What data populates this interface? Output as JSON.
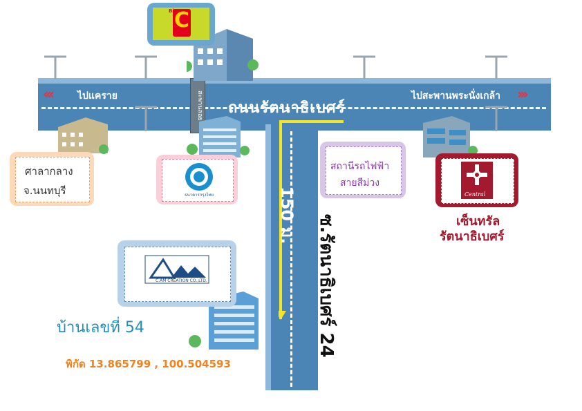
{
  "roads": {
    "main_road_name": "ถนนรัตนาธิเบศร์",
    "direction_left": "ไปแคราย",
    "direction_right": "ไปสะพานพระนั่งเกล้า",
    "soi_name": "ซ.รัตนาธิเบศร์ 24",
    "distance": "150 ม.",
    "bridge_label": "สะพานลอย"
  },
  "landmarks": {
    "city_hall_line1": "ศาลากลาง",
    "city_hall_line2": "จ.นนทบุรี",
    "station_line1": "สถานีรถไฟฟ้า",
    "station_line2": "สายสีม่วง",
    "central_logo_text": "Central",
    "central_line1": "เซ็นทรัล",
    "central_line2": "รัตนาธิเบศร์",
    "bigc_small": "Big",
    "bigc_letter": "C",
    "bank_caption": "ธนาคารกรุงไทย"
  },
  "company": {
    "logo_caption": "C.AM CREATION CO.,LTD.",
    "house_number": "บ้านเลขที่ 54",
    "coordinates": "พิกัด 13.865799 , 100.504593"
  },
  "colors": {
    "road": "#4a85b5",
    "route_highlight": "#f5e625",
    "central_red": "#a3192e",
    "bigc_red": "#e2001a",
    "coords_orange": "#f0821f",
    "house_blue": "#1f8fb6"
  }
}
